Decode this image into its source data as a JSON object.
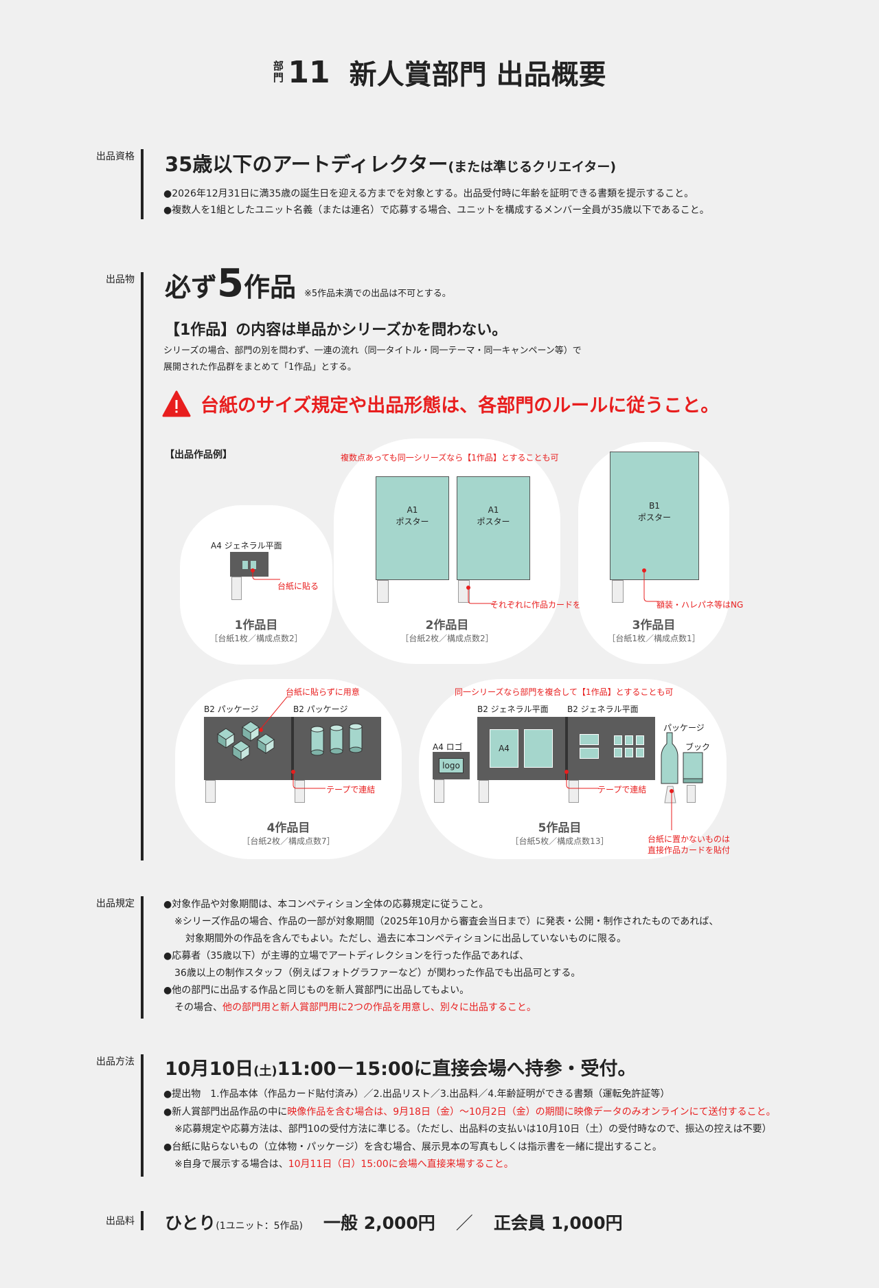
{
  "header": {
    "bumon_top": "部",
    "bumon_bottom": "門",
    "num": "11",
    "title": "新人賞部門 出品概要"
  },
  "eligibility": {
    "label": "出品資格",
    "heading": "35歳以下のアートディレクター",
    "heading_note": "(または準じるクリエイター)",
    "bullets": [
      "●2026年12月31日に満35歳の誕生日を迎える方までを対象とする。出品受付時に年齢を証明できる書類を提示すること。",
      "●複数人を1組としたユニット名義（または連名）で応募する場合、ユニットを構成するメンバー全員が35歳以下であること。"
    ]
  },
  "submission": {
    "label": "出品物",
    "heading_pre": "必ず",
    "heading_num": "5",
    "heading_post": "作品",
    "heading_note": "※5作品未満での出品は不可とする。",
    "sub_heading": "【1作品】の内容は単品かシリーズかを問わない。",
    "desc_1": "シリーズの場合、部門の別を問わず、一連の流れ（同一タイトル・同一テーマ・同一キャンペーン等）で",
    "desc_2": "展開された作品群をまとめて「1作品」とする。",
    "warning_icon": "warning-triangle",
    "warning": "台紙のサイズ規定や出品形態は、各部門のルールに従うこと。",
    "example_label": "【出品作品例】",
    "examples": {
      "w1": {
        "item": "A4 ジェネラル平面",
        "note": "台紙に貼る",
        "title": "1作品目",
        "sub": "［台紙1枚／構成点数2］"
      },
      "w2": {
        "top_note": "複数点あっても同一シリーズなら【1作品】とすることも可",
        "p1_l1": "A1",
        "p1_l2": "ポスター",
        "p2_l1": "A1",
        "p2_l2": "ポスター",
        "note": "それぞれに作品カードを貼付",
        "title": "2作品目",
        "sub": "［台紙2枚／構成点数2］"
      },
      "w3": {
        "p_l1": "B1",
        "p_l2": "ポスター",
        "note": "額装・ハレパネ等はNG",
        "title": "3作品目",
        "sub": "［台紙1枚／構成点数1］"
      },
      "w4": {
        "top_note": "台紙に貼らずに用意",
        "item1": "B2 パッケージ",
        "item2": "B2 パッケージ",
        "note": "テープで連結",
        "title": "4作品目",
        "sub": "［台紙2枚／構成点数7］"
      },
      "w5": {
        "top_note": "同一シリーズなら部門を複合して【1作品】とすることも可",
        "item_a4": "A4 ロゴ",
        "logo": "logo",
        "item1": "B2 ジェネラル平面",
        "item2": "B2 ジェネラル平面",
        "a4": "A4",
        "pkg": "パッケージ",
        "book": "ブック",
        "note": "テープで連結",
        "note2_l1": "台紙に置かないものは",
        "note2_l2": "直接作品カードを貼付",
        "title": "5作品目",
        "sub": "［台紙5枚／構成点数13］"
      }
    }
  },
  "rules": {
    "label": "出品規定",
    "l1": "●対象作品や対象期間は、本コンペティション全体の応募規定に従うこと。",
    "l2": "※シリーズ作品の場合、作品の一部が対象期間（2025年10月から審査会当日まで）に発表・公開・制作されたものであれば、",
    "l3": "対象期間外の作品を含んでもよい。ただし、過去に本コンペティションに出品していないものに限る。",
    "l4": "●応募者（35歳以下）が主導的立場でアートディレクションを行った作品であれば、",
    "l5": "36歳以上の制作スタッフ（例えばフォトグラファーなど）が関わった作品でも出品可とする。",
    "l6": "●他の部門に出品する作品と同じものを新人賞部門に出品してもよい。",
    "l7a": "その場合、",
    "l7b": "他の部門用と新人賞部門用に2つの作品を用意し、別々に出品すること。"
  },
  "method": {
    "label": "出品方法",
    "heading_a": "10月10日",
    "heading_b": "(土)",
    "heading_c": "11:00－15:00に直接会場へ持参・受付。",
    "l1": "●提出物　1.作品本体（作品カード貼付済み）／2.出品リスト／3.出品料／4.年齢証明ができる書類（運転免許証等）",
    "l2a": "●新人賞部門出品作品の中に",
    "l2b": "映像作品を含む場合は、9月18日（金）〜10月2日（金）の期間に映像データのみオンラインにて送付すること。",
    "l3": "※応募規定や応募方法は、部門10の受付方法に準じる。（ただし、出品料の支払いは10月10日（土）の受付時なので、振込の控えは不要）",
    "l4": "●台紙に貼らないもの（立体物・パッケージ）を含む場合、展示見本の写真もしくは指示書を一緒に提出すること。",
    "l5a": "※自身で展示する場合は、",
    "l5b": "10月11日（日）15:00に会場へ直接来場すること。"
  },
  "fee": {
    "label": "出品料",
    "solo": "ひとり",
    "solo_note": "(1ユニット：5作品)",
    "general": "一般 2,000円",
    "sep": "／",
    "member": "正会員 1,000円"
  },
  "colors": {
    "accent_red": "#e81e1e",
    "teal": "#a5d6cc",
    "board": "#5c5c5c",
    "bg": "#f0f0f0"
  }
}
